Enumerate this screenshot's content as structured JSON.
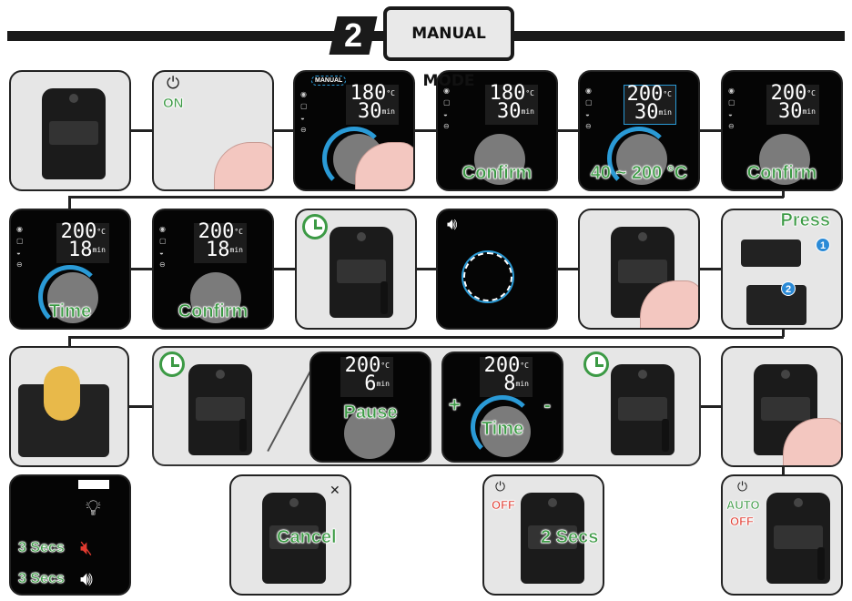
{
  "header": {
    "step_number": "2",
    "title": "MANUAL MODE"
  },
  "colors": {
    "label_green": "#3c9a45",
    "label_red": "#e03a2f",
    "accent_blue": "#2a9ad6"
  },
  "panels": {
    "r1p2": {
      "label": "ON"
    },
    "r1p3": {
      "tag": "MANUAL",
      "temp": "180",
      "temp_unit": "°C",
      "time": "30",
      "time_unit": "min"
    },
    "r1p4": {
      "temp": "180",
      "temp_unit": "°C",
      "time": "30",
      "time_unit": "min",
      "label": "Confirm"
    },
    "r1p5": {
      "temp": "200",
      "temp_unit": "°C",
      "time": "30",
      "time_unit": "min",
      "label": "40 ~ 200 °C"
    },
    "r1p6": {
      "temp": "200",
      "temp_unit": "°C",
      "time": "30",
      "time_unit": "min",
      "label": "Confirm"
    },
    "r2p1": {
      "temp": "200",
      "temp_unit": "°C",
      "time": "18",
      "time_unit": "min",
      "label": "Time"
    },
    "r2p2": {
      "temp": "200",
      "temp_unit": "°C",
      "time": "18",
      "time_unit": "min",
      "label": "Confirm"
    },
    "r2p6": {
      "label": "Press",
      "badge1": "1",
      "badge2": "2"
    },
    "g2": {
      "temp": "200",
      "temp_unit": "°C",
      "time": "6",
      "time_unit": "min",
      "label": "Pause"
    },
    "g3": {
      "temp": "200",
      "temp_unit": "°C",
      "time": "8",
      "time_unit": "min",
      "label": "Time",
      "plus": "+",
      "minus": "-"
    },
    "r4p1": {
      "label_mute": "3 Secs",
      "label_sound": "3 Secs"
    },
    "r4p2": {
      "label": "Cancel"
    },
    "r4p3": {
      "label_off": "OFF",
      "label": "2 Secs"
    },
    "r4p4": {
      "label_auto": "AUTO",
      "label_off": "OFF"
    }
  }
}
